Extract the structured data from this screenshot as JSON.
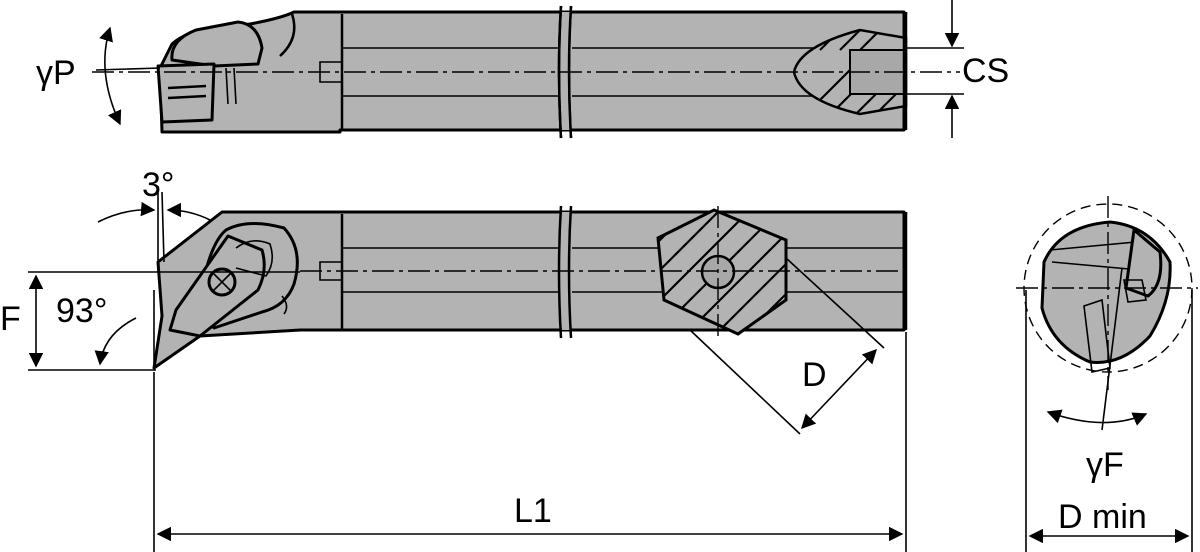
{
  "labels": {
    "gamma_p": "γP",
    "cs": "CS",
    "angle_3": "3°",
    "f": "F",
    "angle_93": "93°",
    "d": "D",
    "l1": "L1",
    "gamma_f": "γF",
    "d_min": "D min"
  },
  "colors": {
    "body": "#b3b3b3",
    "line": "#000000",
    "background": "#ffffff"
  }
}
